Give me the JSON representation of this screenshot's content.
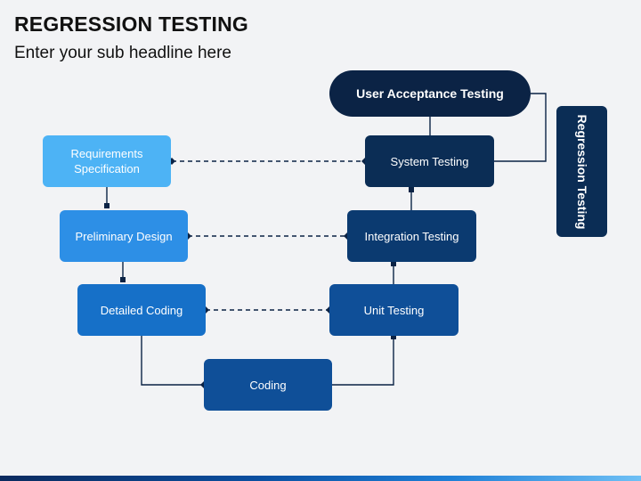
{
  "header": {
    "title": "REGRESSION TESTING",
    "subtitle": "Enter your sub headline here"
  },
  "nodes": {
    "requirements": "Requirements Specification",
    "preliminary": "Preliminary Design",
    "detailed": "Detailed Coding",
    "coding": "Coding",
    "unit": "Unit Testing",
    "integration": "Integration Testing",
    "system": "System Testing",
    "uat": "User Acceptance Testing",
    "regression": "Regression Testing"
  },
  "colors": {
    "requirements": "#4db3f5",
    "preliminary": "#2d8fe6",
    "detailed": "#1670c8",
    "coding": "#0f4f98",
    "unit": "#0f4f98",
    "integration": "#0b3a70",
    "system": "#0b2d55",
    "uat": "#0b2345",
    "regression": "#0b2d55"
  }
}
